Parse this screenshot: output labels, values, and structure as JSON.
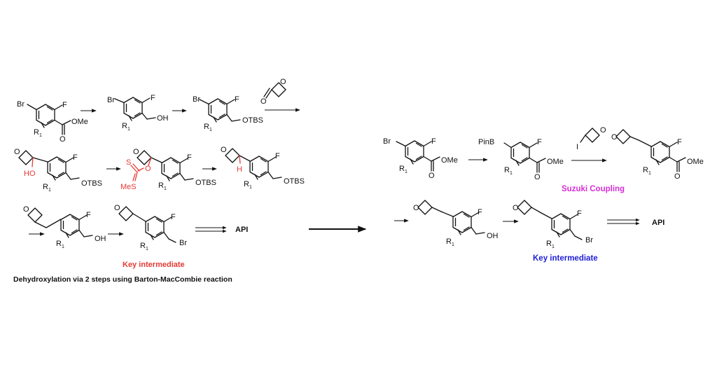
{
  "atoms": {
    "br": "Br",
    "f": "F",
    "ome": "OMe",
    "o": "O",
    "oh": "OH",
    "otbs": "OTBS",
    "r1": "R",
    "r1_sub": "1",
    "ho": "HO",
    "s": "S",
    "mes": "MeS",
    "h": "H",
    "i": "I",
    "pinb": "PinB"
  },
  "labels": {
    "api": "API",
    "key_intermediate_left": "Key intermediate",
    "key_intermediate_right": "Key intermediate",
    "suzuki": "Suzuki Coupling",
    "caption": "Dehydroxylation via 2 steps using Barton-MacCombie reaction"
  },
  "colors": {
    "red": "#e53935",
    "blue": "#1f1fd6",
    "magenta": "#d62fd6",
    "ink": "#111111"
  }
}
